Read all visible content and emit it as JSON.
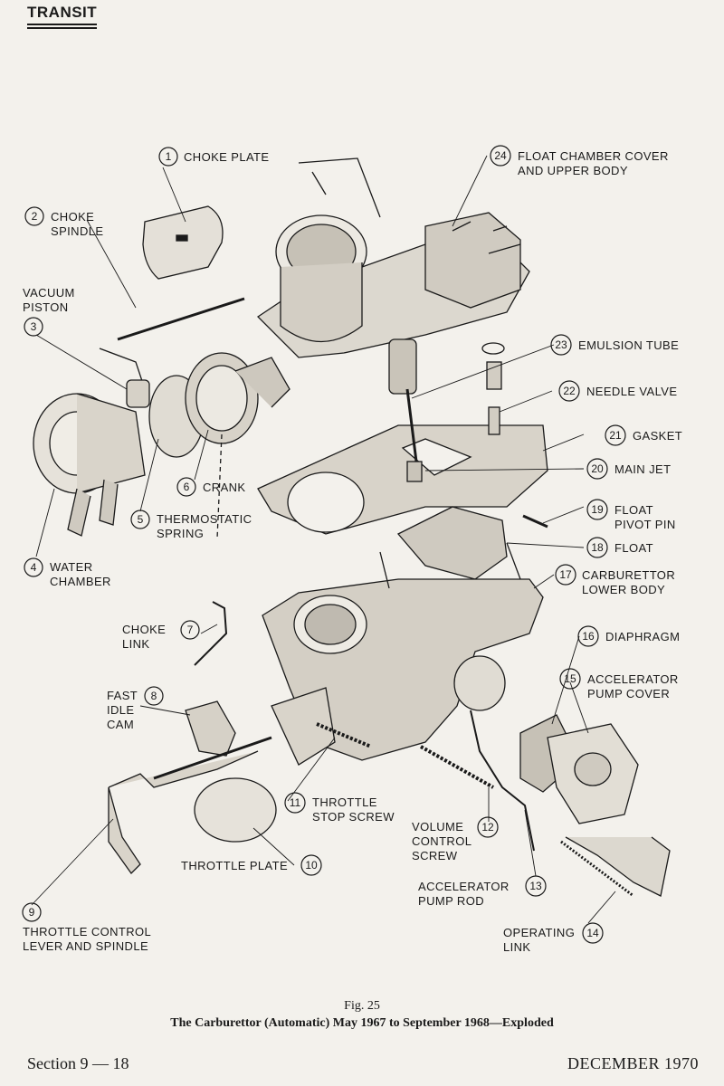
{
  "page": {
    "header": "TRANSIT",
    "caption_fig": "Fig. 25",
    "caption_title": "The Carburettor (Automatic) May 1967 to September 1968—Exploded",
    "footer_section": "Section 9 — 18",
    "footer_date": "DECEMBER 1970"
  },
  "callouts": [
    {
      "num": "1",
      "lines": [
        "CHOKE PLATE"
      ]
    },
    {
      "num": "2",
      "lines": [
        "CHOKE",
        "SPINDLE"
      ]
    },
    {
      "num": "3",
      "lines": [
        "VACUUM",
        "PISTON"
      ]
    },
    {
      "num": "4",
      "lines": [
        "WATER",
        "CHAMBER"
      ]
    },
    {
      "num": "5",
      "lines": [
        "THERMOSTATIC",
        "SPRING"
      ]
    },
    {
      "num": "6",
      "lines": [
        "CRANK"
      ]
    },
    {
      "num": "7",
      "lines": [
        "CHOKE",
        "LINK"
      ]
    },
    {
      "num": "8",
      "lines": [
        "FAST",
        "IDLE",
        "CAM"
      ]
    },
    {
      "num": "9",
      "lines": [
        "THROTTLE CONTROL",
        "LEVER AND SPINDLE"
      ]
    },
    {
      "num": "10",
      "lines": [
        "THROTTLE PLATE"
      ]
    },
    {
      "num": "11",
      "lines": [
        "THROTTLE",
        "STOP SCREW"
      ]
    },
    {
      "num": "12",
      "lines": [
        "VOLUME",
        "CONTROL",
        "SCREW"
      ]
    },
    {
      "num": "13",
      "lines": [
        "ACCELERATOR",
        "PUMP ROD"
      ]
    },
    {
      "num": "14",
      "lines": [
        "OPERATING",
        "LINK"
      ]
    },
    {
      "num": "15",
      "lines": [
        "ACCELERATOR",
        "PUMP COVER"
      ]
    },
    {
      "num": "16",
      "lines": [
        "DIAPHRAGM"
      ]
    },
    {
      "num": "17",
      "lines": [
        "CARBURETTOR",
        "LOWER BODY"
      ]
    },
    {
      "num": "18",
      "lines": [
        "FLOAT"
      ]
    },
    {
      "num": "19",
      "lines": [
        "FLOAT",
        "PIVOT PIN"
      ]
    },
    {
      "num": "20",
      "lines": [
        "MAIN JET"
      ]
    },
    {
      "num": "21",
      "lines": [
        "GASKET"
      ]
    },
    {
      "num": "22",
      "lines": [
        "NEEDLE VALVE"
      ]
    },
    {
      "num": "23",
      "lines": [
        "EMULSION TUBE"
      ]
    },
    {
      "num": "24",
      "lines": [
        "FLOAT CHAMBER COVER",
        "AND UPPER BODY"
      ]
    }
  ]
}
